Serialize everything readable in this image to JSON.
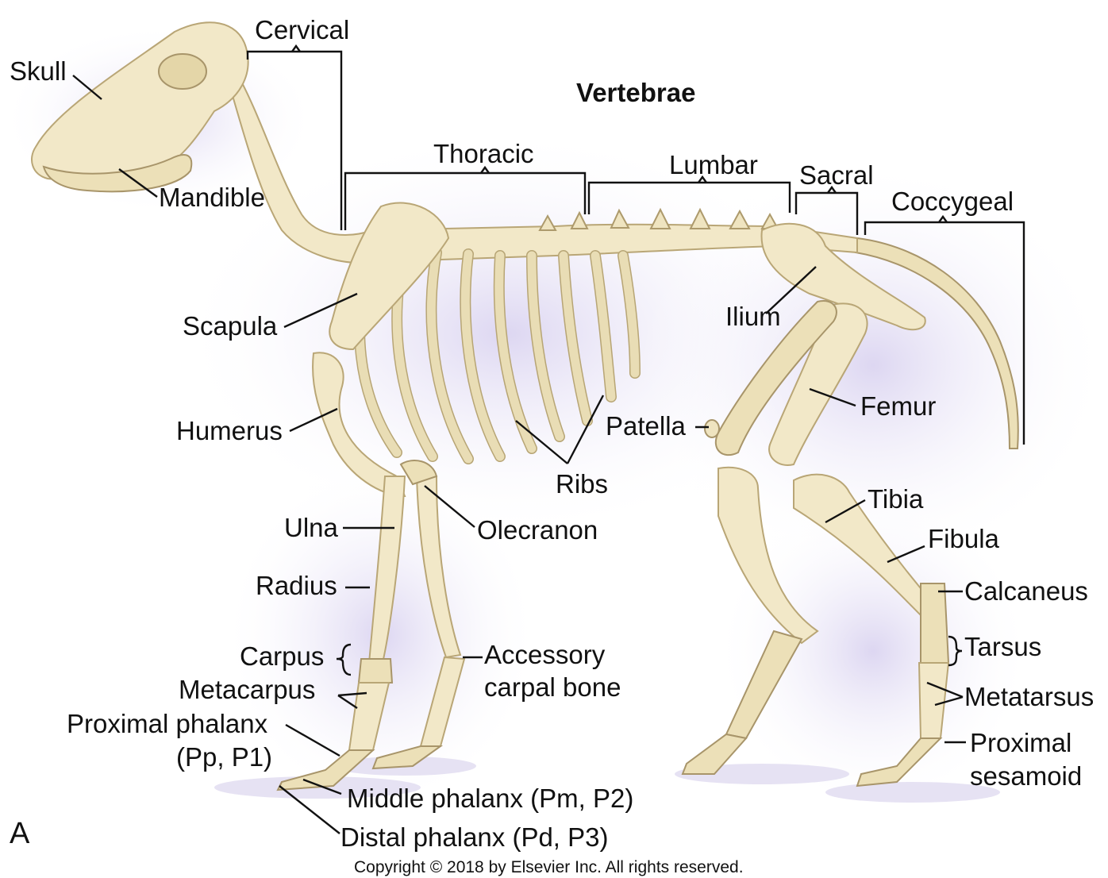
{
  "heading": "Vertebrae",
  "vertebrae": {
    "cervical": "Cervical",
    "thoracic": "Thoracic",
    "lumbar": "Lumbar",
    "sacral": "Sacral",
    "coccygeal": "Coccygeal"
  },
  "labels": {
    "skull": "Skull",
    "mandible": "Mandible",
    "scapula": "Scapula",
    "humerus": "Humerus",
    "ulna": "Ulna",
    "radius": "Radius",
    "carpus": "Carpus",
    "metacarpus": "Metacarpus",
    "proximal_phalanx_1": "Proximal phalanx",
    "proximal_phalanx_2": "(Pp, P1)",
    "middle_phalanx": "Middle phalanx (Pm, P2)",
    "distal_phalanx": "Distal phalanx (Pd, P3)",
    "ribs": "Ribs",
    "olecranon": "Olecranon",
    "accessory_carpal_1": "Accessory",
    "accessory_carpal_2": "carpal bone",
    "ilium": "Ilium",
    "patella": "Patella",
    "femur": "Femur",
    "tibia": "Tibia",
    "fibula": "Fibula",
    "calcaneus": "Calcaneus",
    "tarsus": "Tarsus",
    "metatarsus": "Metatarsus",
    "proximal_sesamoid_1": "Proximal",
    "proximal_sesamoid_2": "sesamoid"
  },
  "figure_letter": "A",
  "copyright": "Copyright © 2018 by Elsevier Inc. All rights reserved."
}
